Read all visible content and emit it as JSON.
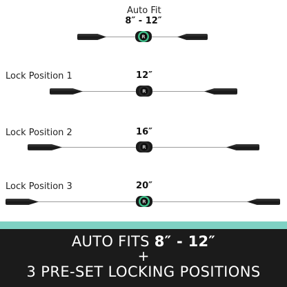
{
  "rows": [
    {
      "label": "Auto Fit",
      "size": "8″ - 12″"
    },
    {
      "label": "Lock Position 1",
      "size": "12″"
    },
    {
      "label": "Lock Position 2",
      "size": "16″"
    },
    {
      "label": "Lock Position 3",
      "size": "20″"
    }
  ],
  "footer": {
    "line1_prefix": "AUTO FITS ",
    "line1_range": "8″ - 12″",
    "line2": "+",
    "line3": "3 PRE-SET LOCKING POSITIONS"
  },
  "colors": {
    "accent": "#7fd2c4",
    "banner": "#1b1b1b",
    "hub_ring": "#3fbf8a"
  },
  "icons": [
    "hub-logo-icon"
  ]
}
